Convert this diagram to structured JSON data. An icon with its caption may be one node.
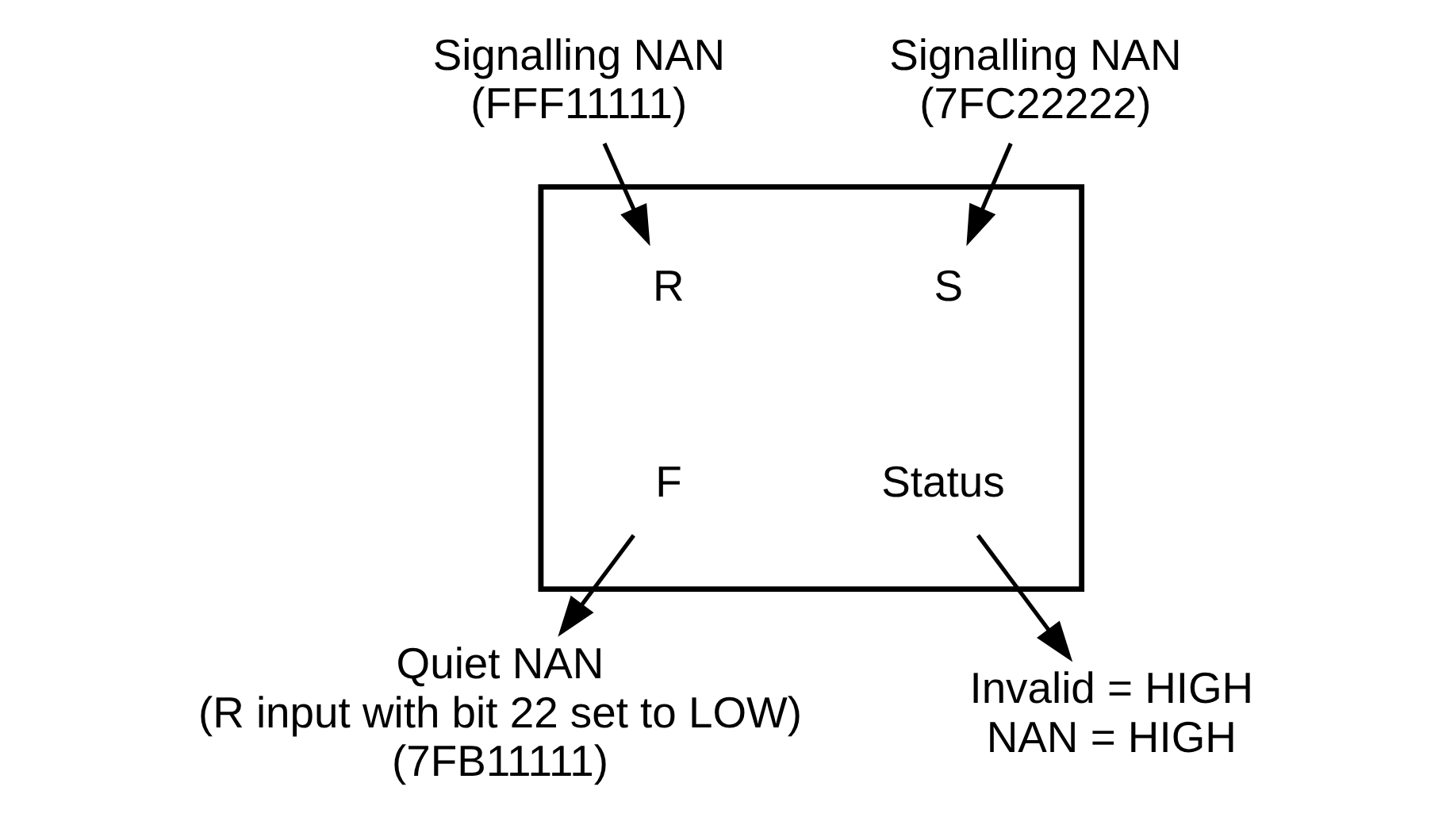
{
  "diagram": {
    "nodes": [
      {
        "text": [
          "Signalling NAN (FFF11111)"
        ]
      },
      {
        "text": [
          "Signalling NAN (7FC22222)"
        ]
      },
      {
        "text": [],
        "shape": "box"
      },
      {
        "text": [
          "R"
        ],
        "in": 2
      },
      {
        "text": [
          "S"
        ],
        "in": 2
      },
      {
        "text": [
          "Status"
        ],
        "in": 2
      },
      {
        "text": [
          "F"
        ],
        "in": 2
      },
      {
        "text": [
          "Invalid = HIGH NAN = HIGH"
        ]
      },
      {
        "text": [
          "Quiet NAN (R input with bit 22 set to LOW) (7FB11111)"
        ]
      }
    ],
    "edges": [
      {
        "from": 0,
        "to": 3,
        "arrow": "to"
      },
      {
        "from": 1,
        "to": 4,
        "arrow": "to"
      },
      {
        "from": 5,
        "to": 7,
        "arrow": "to"
      },
      {
        "from": 6,
        "to": 8,
        "arrow": "to"
      }
    ]
  }
}
